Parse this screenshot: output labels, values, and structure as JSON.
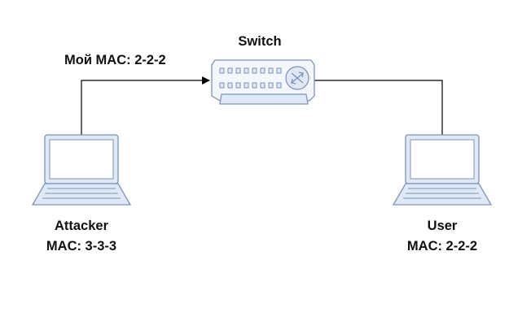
{
  "switch": {
    "label": "Switch",
    "icon": "switch-icon"
  },
  "link_label": "Мой MAC: 2-2-2",
  "attacker": {
    "name": "Attacker",
    "mac": "MAC: 3-3-3",
    "icon": "laptop-icon"
  },
  "user": {
    "name": "User",
    "mac": "MAC: 2-2-2",
    "icon": "laptop-icon"
  },
  "colors": {
    "line": "#000000",
    "device_fill": "#dfe8f6",
    "device_stroke": "#7d93b3",
    "text": "#111111"
  }
}
